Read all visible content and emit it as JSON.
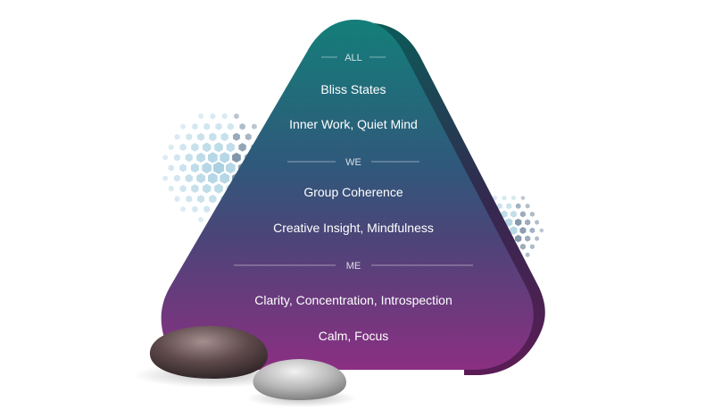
{
  "pyramid": {
    "sections": [
      {
        "label": "ALL",
        "items": [
          "Bliss States",
          "Inner Work, Quiet Mind"
        ]
      },
      {
        "label": "WE",
        "items": [
          "Group Coherence",
          "Creative Insight, Mindfulness"
        ]
      },
      {
        "label": "ME",
        "items": [
          "Clarity, Concentration, Introspection",
          "Calm, Focus"
        ]
      }
    ]
  },
  "colors": {
    "top": "#137f79",
    "middle": "#3c4f7a",
    "bottom": "#8b2f82",
    "side": "#5b1c55",
    "hexagon": "#9cc9dc",
    "hexagon_dark": "#3f5f7e"
  }
}
